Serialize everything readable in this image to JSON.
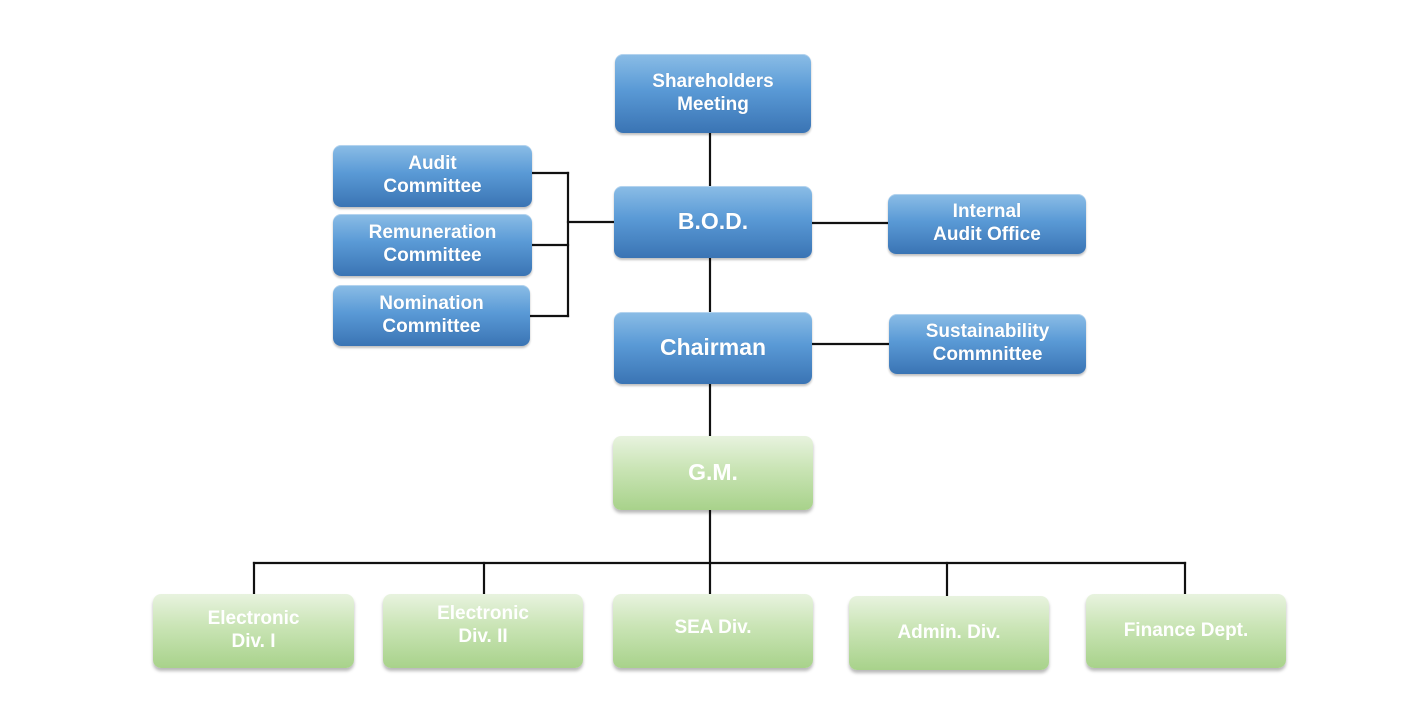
{
  "title": "Organization Chart",
  "nodes": {
    "shareholders": "Shareholders\nMeeting",
    "bod": "B.O.D.",
    "audit_committee": "Audit\nCommittee",
    "remuneration_committee": "Remuneration\nCommittee",
    "nomination_committee": "Nomination\nCommittee",
    "internal_audit": "Internal\nAudit Office",
    "chairman": "Chairman",
    "sustainability": "Sustainability\nCommnittee",
    "gm": "G.M.",
    "divisions": [
      "Electronic\nDiv. I",
      "Electronic\nDiv. II",
      "SEA Div.",
      "Admin. Div.",
      "Finance Dept."
    ]
  },
  "colors": {
    "governance_box": "#5a9ad6",
    "management_box": "#b8db9f",
    "connector": "#111111"
  }
}
